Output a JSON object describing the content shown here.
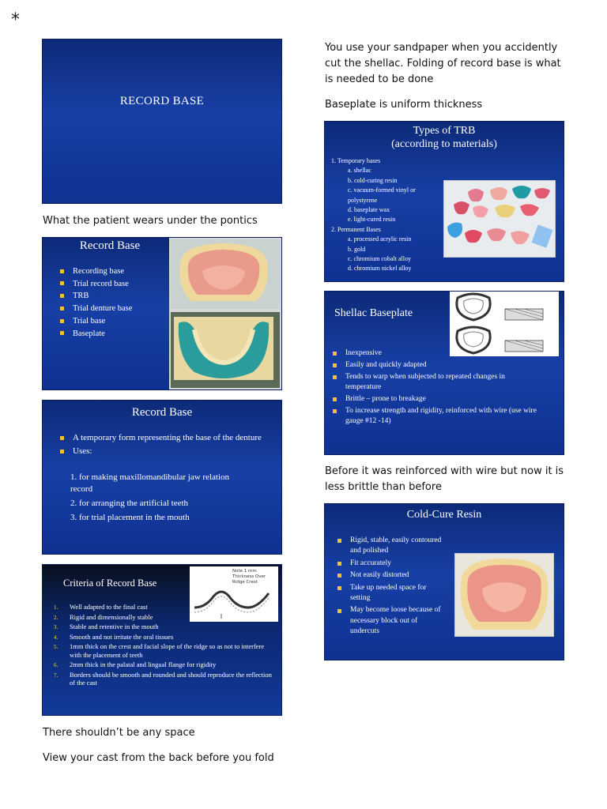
{
  "page": {
    "star": "⁎",
    "notes": {
      "patient_wears": "What the patient wears under the pontics",
      "sandpaper": "You use your sandpaper when you accidently cut the shellac. Folding of record base is what is needed to be done",
      "baseplate_uniform": "Baseplate is uniform thickness",
      "reinforced_wire": "Before it was reinforced with wire but now it is less brittle than before",
      "no_space": "There shouldn’t be any space",
      "view_cast": "View your cast from the back before you fold"
    }
  },
  "slides": {
    "title_slide": {
      "title": "RECORD BASE"
    },
    "record_base_1": {
      "title": "Record Base",
      "items": [
        "Recording base",
        "Trial record base",
        "TRB",
        "Trial denture base",
        "Trial base",
        "Baseplate"
      ]
    },
    "record_base_2": {
      "title": "Record Base",
      "bullet1": "A temporary form representing the base of the denture",
      "bullet2": "Uses:",
      "uses": [
        "1. for making maxillomandibular jaw relation record",
        "2. for arranging the artificial teeth",
        "3. for trial placement in the mouth"
      ]
    },
    "criteria": {
      "title": "Criteria of Record Base",
      "diagram_label": "Note 1 mm Thickness Over Ridge Crest",
      "items": [
        "Well adapted to the final cast",
        "Rigid and dimensionally stable",
        "Stable and retentive in the mouth",
        "Smooth and not irritate the oral tissues",
        "1mm thick on the crest and facial slope of the ridge so as not to interfere with the placement of teeth",
        "2mm thick in the palatal and lingual flange for rigidity",
        "Borders should be smooth and rounded and should reproduce the reflection of the cast"
      ],
      "numbers": [
        "1.",
        "2.",
        "3.",
        "4.",
        "5.",
        "6.",
        "7."
      ]
    },
    "types_trb": {
      "title_line1": "Types of TRB",
      "title_line2": "(according to materials)",
      "temporary_heading": "1. Temporary bases",
      "temporary": [
        "a. shellac",
        "b. cold-curing resin",
        "c. vacuum-formed vinyl or polystyrene",
        "d. baseplate wax",
        "e. light-cured resin"
      ],
      "permanent_heading": "2. Permanent Bases",
      "permanent": [
        "a. processed acrylic resin",
        "b. gold",
        "c. chromium cobalt alloy",
        "d. chromium nickel alloy"
      ]
    },
    "shellac": {
      "title": "Shellac Baseplate",
      "items": [
        "Inexpensive",
        "Easily and quickly adapted",
        "Tends to warp when subjected to repeated changes in temperature",
        "Brittle – prone to breakage",
        "To increase strength and rigidity, reinforced with wire (use wire gauge #12 -14)"
      ]
    },
    "cold_cure": {
      "title": "Cold-Cure Resin",
      "items": [
        "Rigid, stable, easily contoured and polished",
        "Fit accurately",
        "Not easily distorted",
        "Take up needed space for setting",
        "May become loose because of necessary block out of undercuts"
      ]
    }
  },
  "colors": {
    "slide_blue": "#173fa5",
    "bullet_yellow": "#f2c12e",
    "gingiva_pink": "#e8998a",
    "baseplate_teal": "#2a9c9b"
  }
}
